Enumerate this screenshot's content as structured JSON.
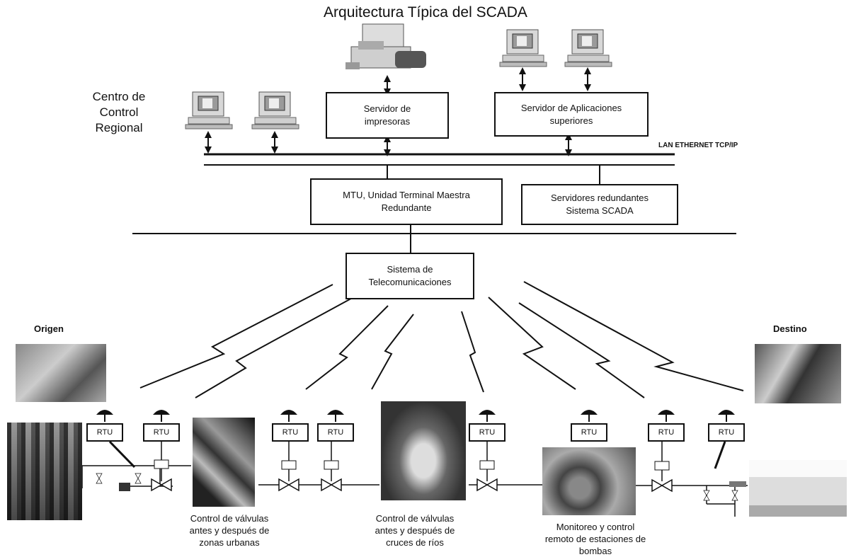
{
  "title": "Arquitectura Típica del SCADA",
  "control_center": [
    "Centro de",
    "Control",
    "Regional"
  ],
  "lan_label": "LAN ETHERNET TCP/IP",
  "print_server": [
    "Servidor  de",
    "impresoras"
  ],
  "app_server": [
    "Servidor de Aplicaciones",
    "superiores"
  ],
  "mtu": [
    "MTU, Unidad Terminal Maestra",
    "Redundante"
  ],
  "redundant_servers": [
    "Servidores redundantes",
    "Sistema SCADA"
  ],
  "telecom": [
    "Sistema de",
    "Telecomunicaciones"
  ],
  "origin": "Origen",
  "destination": "Destino",
  "rtu_label": "RTU",
  "caption_urban": [
    "Control de válvulas",
    "antes  y  después  de",
    "zonas  urbanas"
  ],
  "caption_rivers": [
    "Control de válvulas",
    "antes  y  después  de",
    "cruces de ríos"
  ],
  "caption_pumps": [
    "Monitoreo y  control",
    "remoto  de  estaciones de",
    "bombas"
  ]
}
